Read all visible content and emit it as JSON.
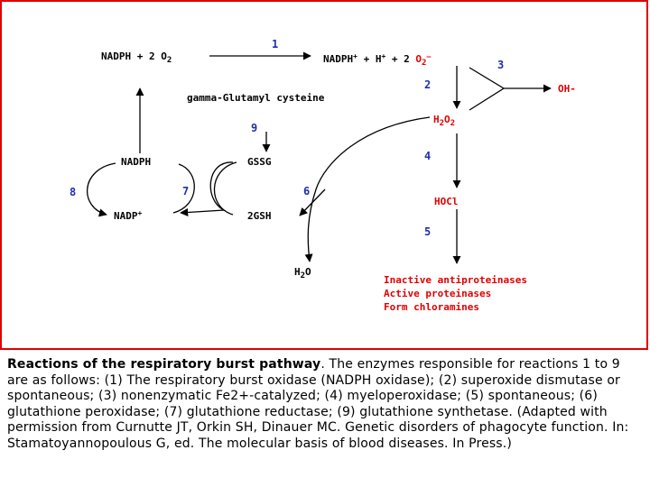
{
  "colors": {
    "border": "#e00000",
    "step_number": "#1e2fb0",
    "red_text": "#e00000",
    "black": "#000000"
  },
  "diagram": {
    "nadph_o2": {
      "a": "NADPH + 2 O",
      "sub": "2"
    },
    "nadp_h_o2": {
      "a": "NADPH",
      "sup1": "+",
      "b": " + H",
      "sup2": "+",
      "c": " + 2 ",
      "red": "O",
      "red_sub": "2",
      "red_sup": "–"
    },
    "gamma": "gamma-Glutamyl cysteine",
    "h2o2": {
      "a": "H",
      "sub1": "2",
      "b": "O",
      "sub2": "2"
    },
    "oh": "OH-",
    "nadph_left": "NADPH",
    "nadp_left": {
      "a": "NADP",
      "sup": "+"
    },
    "gssg": "GSSG",
    "gsh": "2GSH",
    "hocl": "HOCl",
    "h2o": {
      "a": "H",
      "sub": "2",
      "b": "O"
    },
    "products": [
      "Inactive antiproteinases",
      "Active proteinases",
      "Form chloramines"
    ],
    "steps": [
      "1",
      "2",
      "3",
      "4",
      "5",
      "6",
      "7",
      "8",
      "9"
    ]
  },
  "caption": {
    "title": "Reactions of the respiratory burst pathway",
    "body": ". The enzymes responsible for reactions 1 to 9 are as follows: (1) The respiratory burst oxidase (NADPH oxidase); (2) superoxide dismutase or spontaneous; (3) nonenzymatic Fe2+-catalyzed; (4) myeloperoxidase; (5) spontaneous; (6) glutathione peroxidase; (7) glutathione reductase; (9) glutathione synthetase. (Adapted with permission from Curnutte JT, Orkin SH, Dinauer MC. Genetic disorders of phagocyte function. In: Stamatoyannopoulous G, ed. The molecular basis of blood diseases. In Press.)"
  }
}
